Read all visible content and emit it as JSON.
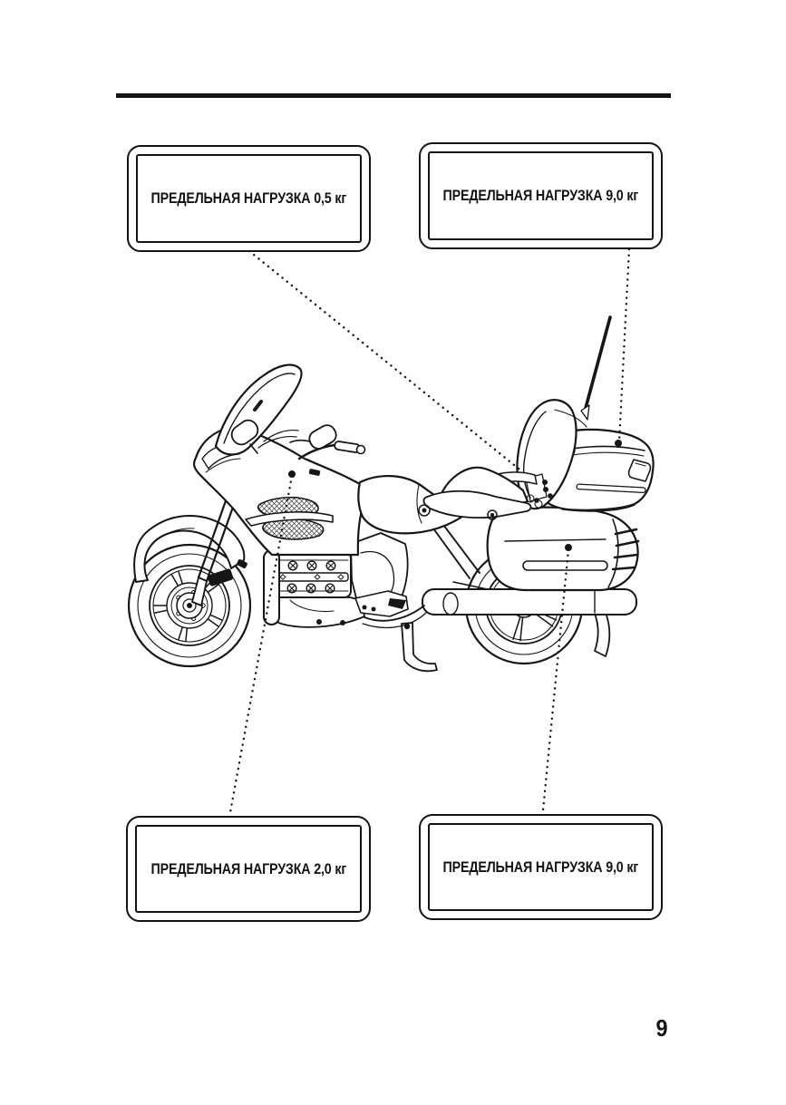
{
  "page": {
    "number": "9"
  },
  "colors": {
    "ink": "#161616",
    "paper": "#ffffff"
  },
  "callouts": {
    "top_left": {
      "label": "ПРЕДЕЛЬНАЯ НАГРУЗКА 0,5 кг"
    },
    "top_right": {
      "label": "ПРЕДЕЛЬНАЯ НАГРУЗКА 9,0 кг"
    },
    "bottom_left": {
      "label": "ПРЕДЕЛЬНАЯ НАГРУЗКА 2,0 кг"
    },
    "bottom_right": {
      "label": "ПРЕДЕЛЬНАЯ НАГРУЗКА 9,0 кг"
    }
  },
  "illustration": {
    "name": "touring-motorcycle-side-view"
  }
}
